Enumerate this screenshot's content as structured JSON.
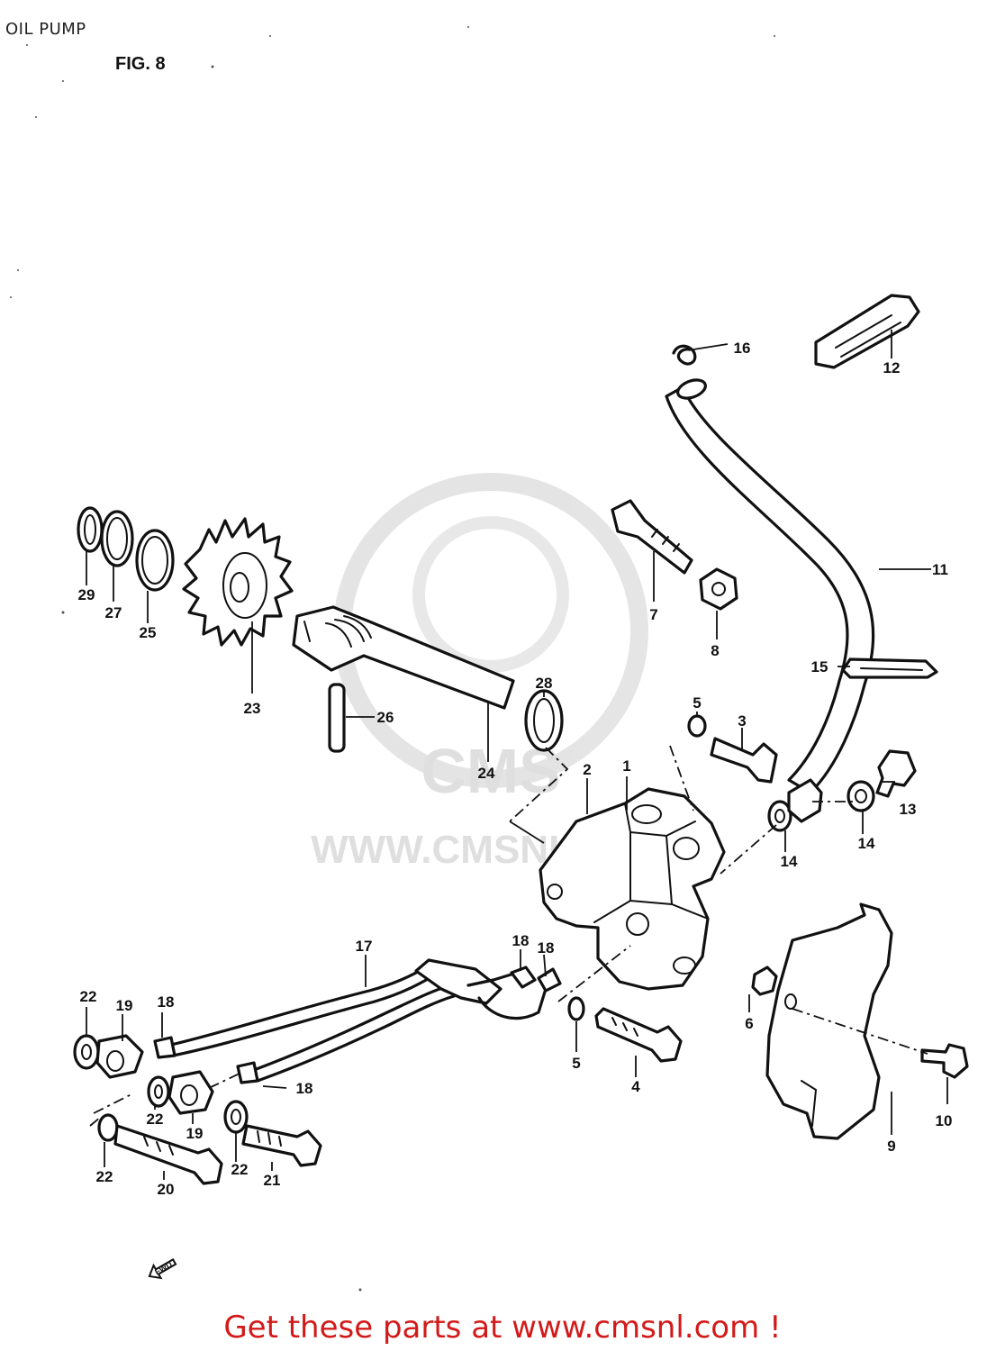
{
  "header": {
    "title": "OIL PUMP",
    "figure": "FIG. 8"
  },
  "watermark": {
    "text": "WWW.CMSNL.COM",
    "logo": "CMS"
  },
  "footer": {
    "link_text": "Get these parts at www.cmsnl.com !"
  },
  "corner_mark": "FWD",
  "part_labels": {
    "p1": "1",
    "p2": "2",
    "p3": "3",
    "p4": "4",
    "p5a": "5",
    "p5b": "5",
    "p6": "6",
    "p7": "7",
    "p8": "8",
    "p9": "9",
    "p10": "10",
    "p11": "11",
    "p12": "12",
    "p13": "13",
    "p14a": "14",
    "p14b": "14",
    "p15": "15",
    "p16": "16",
    "p17": "17",
    "p18a": "18",
    "p18b": "18",
    "p18c": "18",
    "p18d": "18",
    "p19a": "19",
    "p19b": "19",
    "p20": "20",
    "p21": "21",
    "p22a": "22",
    "p22b": "22",
    "p22c": "22",
    "p22d": "22",
    "p23": "23",
    "p24": "24",
    "p25": "25",
    "p26": "26",
    "p27": "27",
    "p28": "28",
    "p29": "29"
  },
  "colors": {
    "footer_link": "#d31a1a",
    "line_art": "#111111",
    "watermark": "#dcdcdc"
  }
}
